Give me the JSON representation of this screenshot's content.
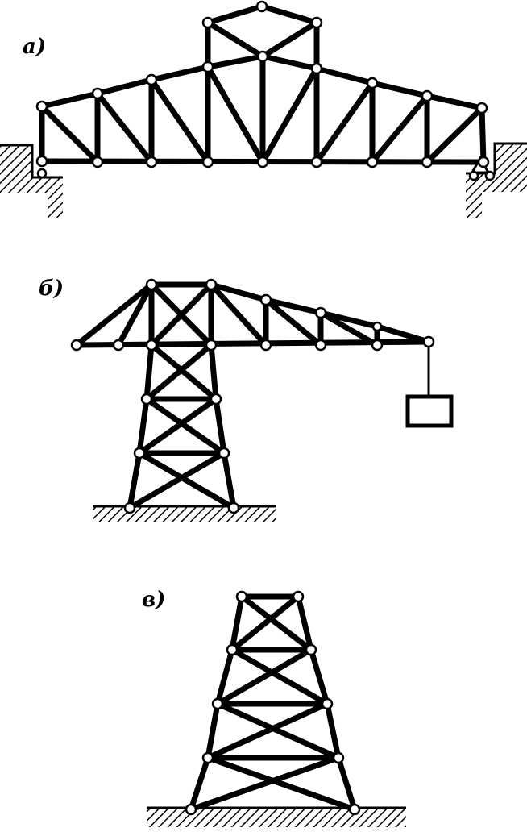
{
  "labels": {
    "a": "а)",
    "b": "б)",
    "v": "в)"
  },
  "colors": {
    "ink": "#000000",
    "paper": "#ffffff"
  }
}
